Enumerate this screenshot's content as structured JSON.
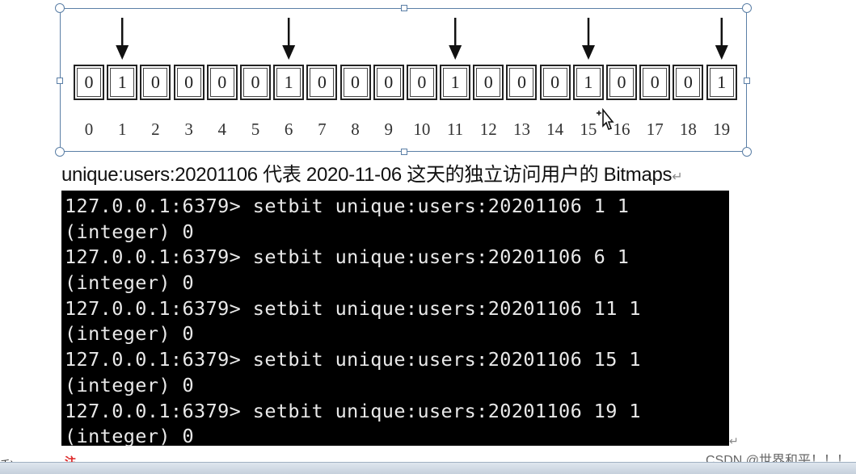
{
  "bitmap": {
    "bits": [
      "0",
      "1",
      "0",
      "0",
      "0",
      "0",
      "1",
      "0",
      "0",
      "0",
      "0",
      "1",
      "0",
      "0",
      "0",
      "1",
      "0",
      "0",
      "0",
      "1"
    ],
    "indices": [
      "0",
      "1",
      "2",
      "3",
      "4",
      "5",
      "6",
      "7",
      "8",
      "9",
      "10",
      "11",
      "12",
      "13",
      "14",
      "15",
      "16",
      "17",
      "18",
      "19"
    ],
    "arrow_positions": [
      1,
      6,
      11,
      15,
      19
    ]
  },
  "caption": {
    "text": "unique:users:20201106 代表 2020-11-06 这天的独立访问用户的 Bitmaps",
    "mark": "↵"
  },
  "terminal": {
    "lines": [
      "127.0.0.1:6379> setbit unique:users:20201106 1 1",
      "(integer) 0",
      "127.0.0.1:6379> setbit unique:users:20201106 6 1",
      "(integer) 0",
      "127.0.0.1:6379> setbit unique:users:20201106 11 1",
      "(integer) 0",
      "127.0.0.1:6379> setbit unique:users:20201106 15 1",
      "(integer) 0",
      "127.0.0.1:6379> setbit unique:users:20201106 19 1",
      "(integer) 0"
    ]
  },
  "footer": {
    "watermark": "CSDN @世界和平！！！",
    "left_fragment": "手)",
    "red_fragment": "注"
  },
  "colors": {
    "terminal_bg": "#000000",
    "terminal_fg": "#e9e9e9",
    "frame_border": "#5b7fa6"
  }
}
